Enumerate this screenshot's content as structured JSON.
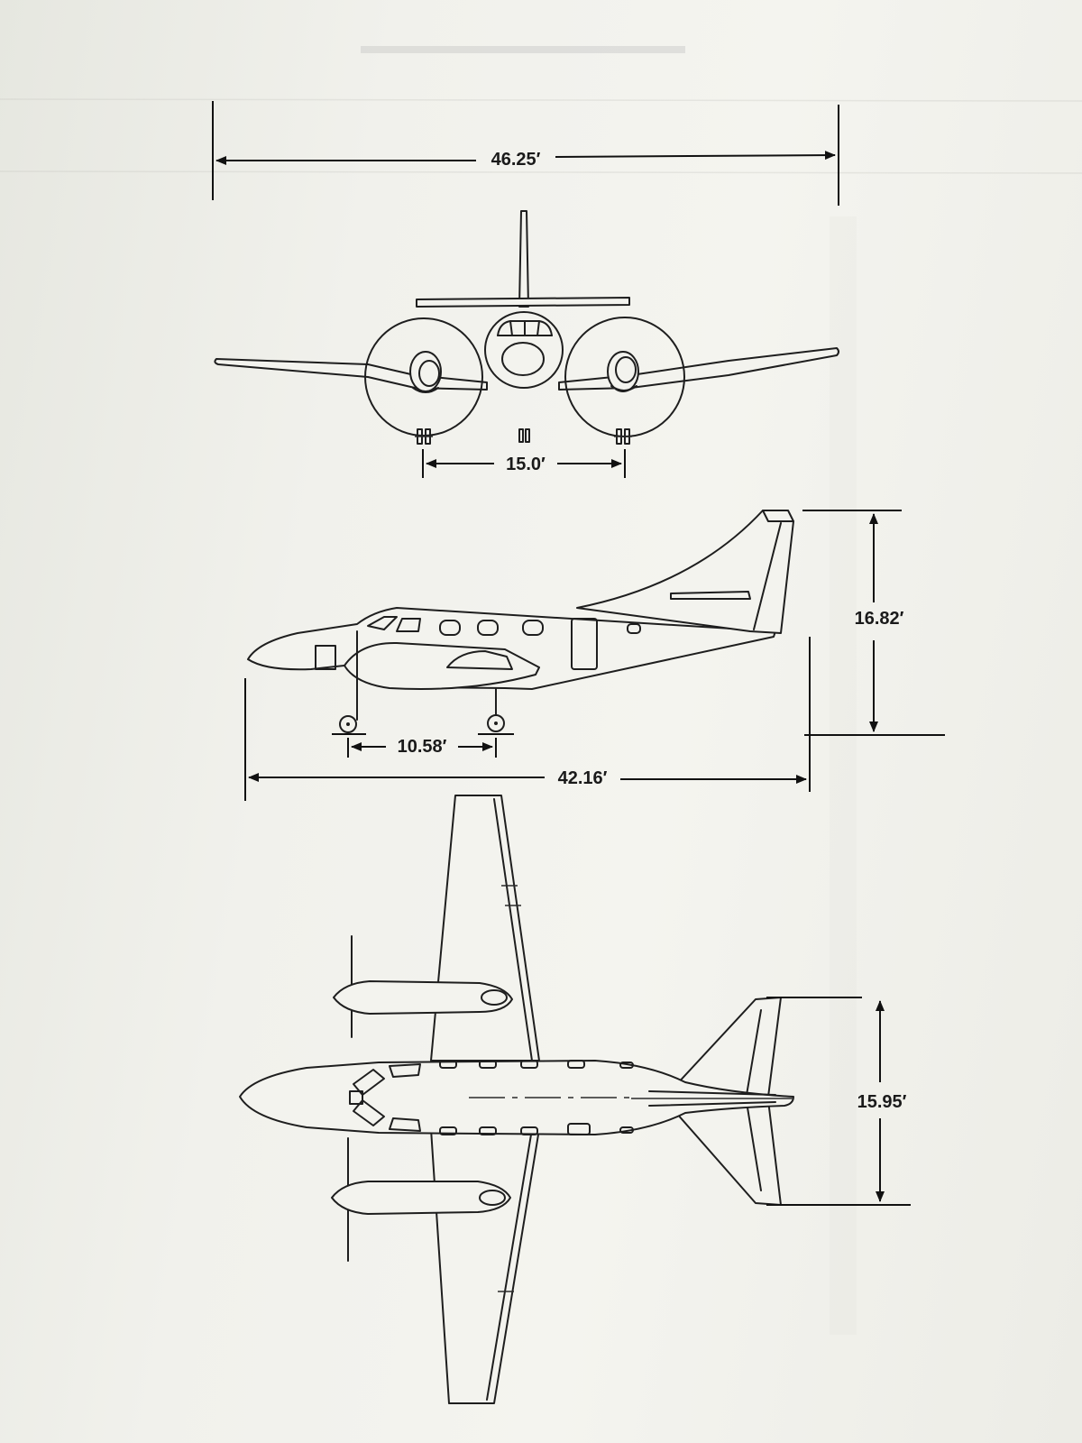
{
  "dimensions": {
    "wingspan": "46.25′",
    "main_gear_track": "15.0′",
    "height": "16.82′",
    "wheelbase": "10.58′",
    "length": "42.16′",
    "tail_span": "15.95′"
  },
  "colors": {
    "line": "#1e1e1e",
    "paper": "#f2f2ed",
    "bleed_through": "#c6c7c1"
  }
}
